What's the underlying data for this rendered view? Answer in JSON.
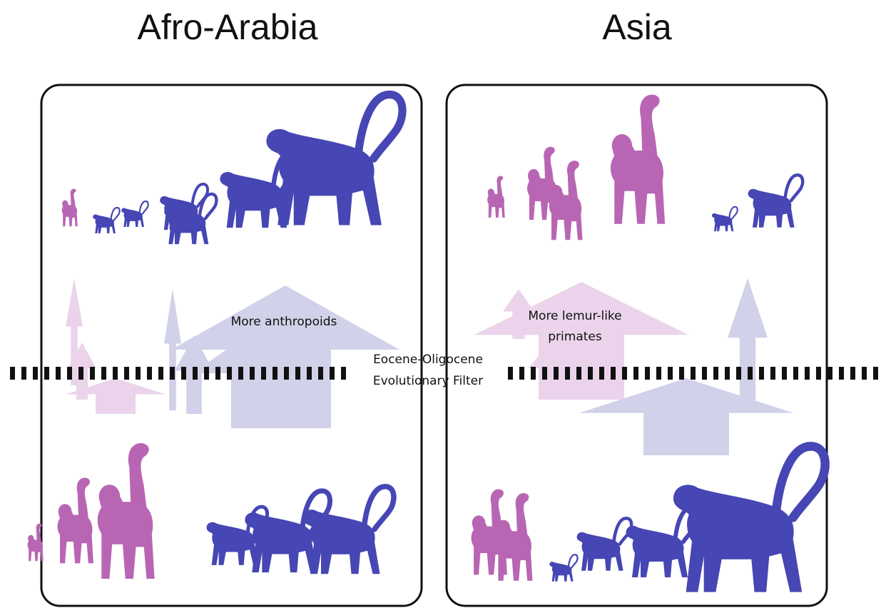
{
  "regions": [
    {
      "id": "afro-arabia",
      "title": "Afro-Arabia",
      "trend_label": "More anthropoids"
    },
    {
      "id": "asia",
      "title": "Asia",
      "trend_label_line1": "More lemur-like",
      "trend_label_line2": "primates"
    }
  ],
  "filter": {
    "line1": "Eocene-Oligocene",
    "line2": "Evolutionary Filter"
  },
  "colors": {
    "lemur": "#b866b4",
    "anthropoid": "#4646b4",
    "lemur_arrow": "#e8cde8",
    "anthropoid_arrow": "#c9cae6",
    "box_stroke": "#111111"
  },
  "groups": {
    "afro_before": {
      "lemurs": 3,
      "anthropoids": 3
    },
    "afro_after": {
      "lemurs": 1,
      "anthropoids": 6
    },
    "asia_before": {
      "lemurs": 2,
      "anthropoids": 4
    },
    "asia_after": {
      "lemurs": 4,
      "anthropoids": 2
    }
  },
  "icons": [
    "lemur-silhouette-icon",
    "anthropoid-silhouette-icon",
    "up-arrow-icon"
  ]
}
